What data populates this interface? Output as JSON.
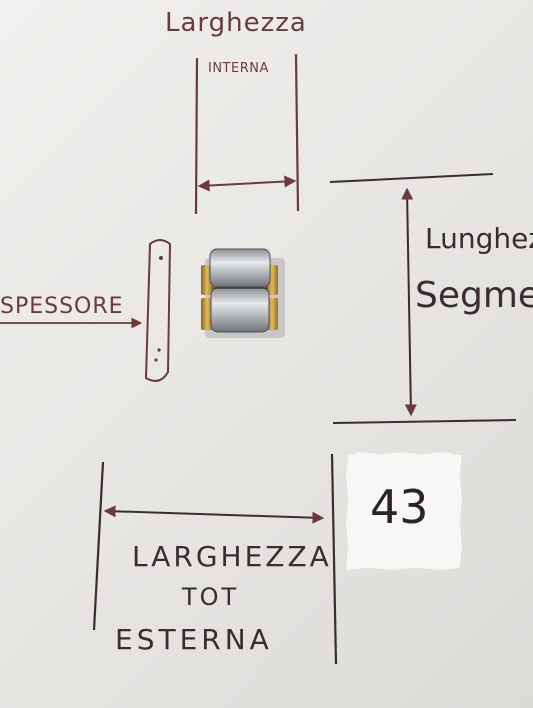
{
  "labels": {
    "larghezza_interna_title": "Larghezza",
    "larghezza_interna_sub": "INTERNA",
    "lunghezza": "Lunghez",
    "segmento": "Segme",
    "spessore": "SPESSORE",
    "larghezza_tot": "LARGHEZZA",
    "tot": "TOT",
    "esterna": "ESTERNA",
    "note_number": "43"
  },
  "colors": {
    "ink_brown": "#6b3a3a",
    "ink_dark": "#3a2c30",
    "steel": "#b9bcbe",
    "gold": "#c99a3c"
  }
}
